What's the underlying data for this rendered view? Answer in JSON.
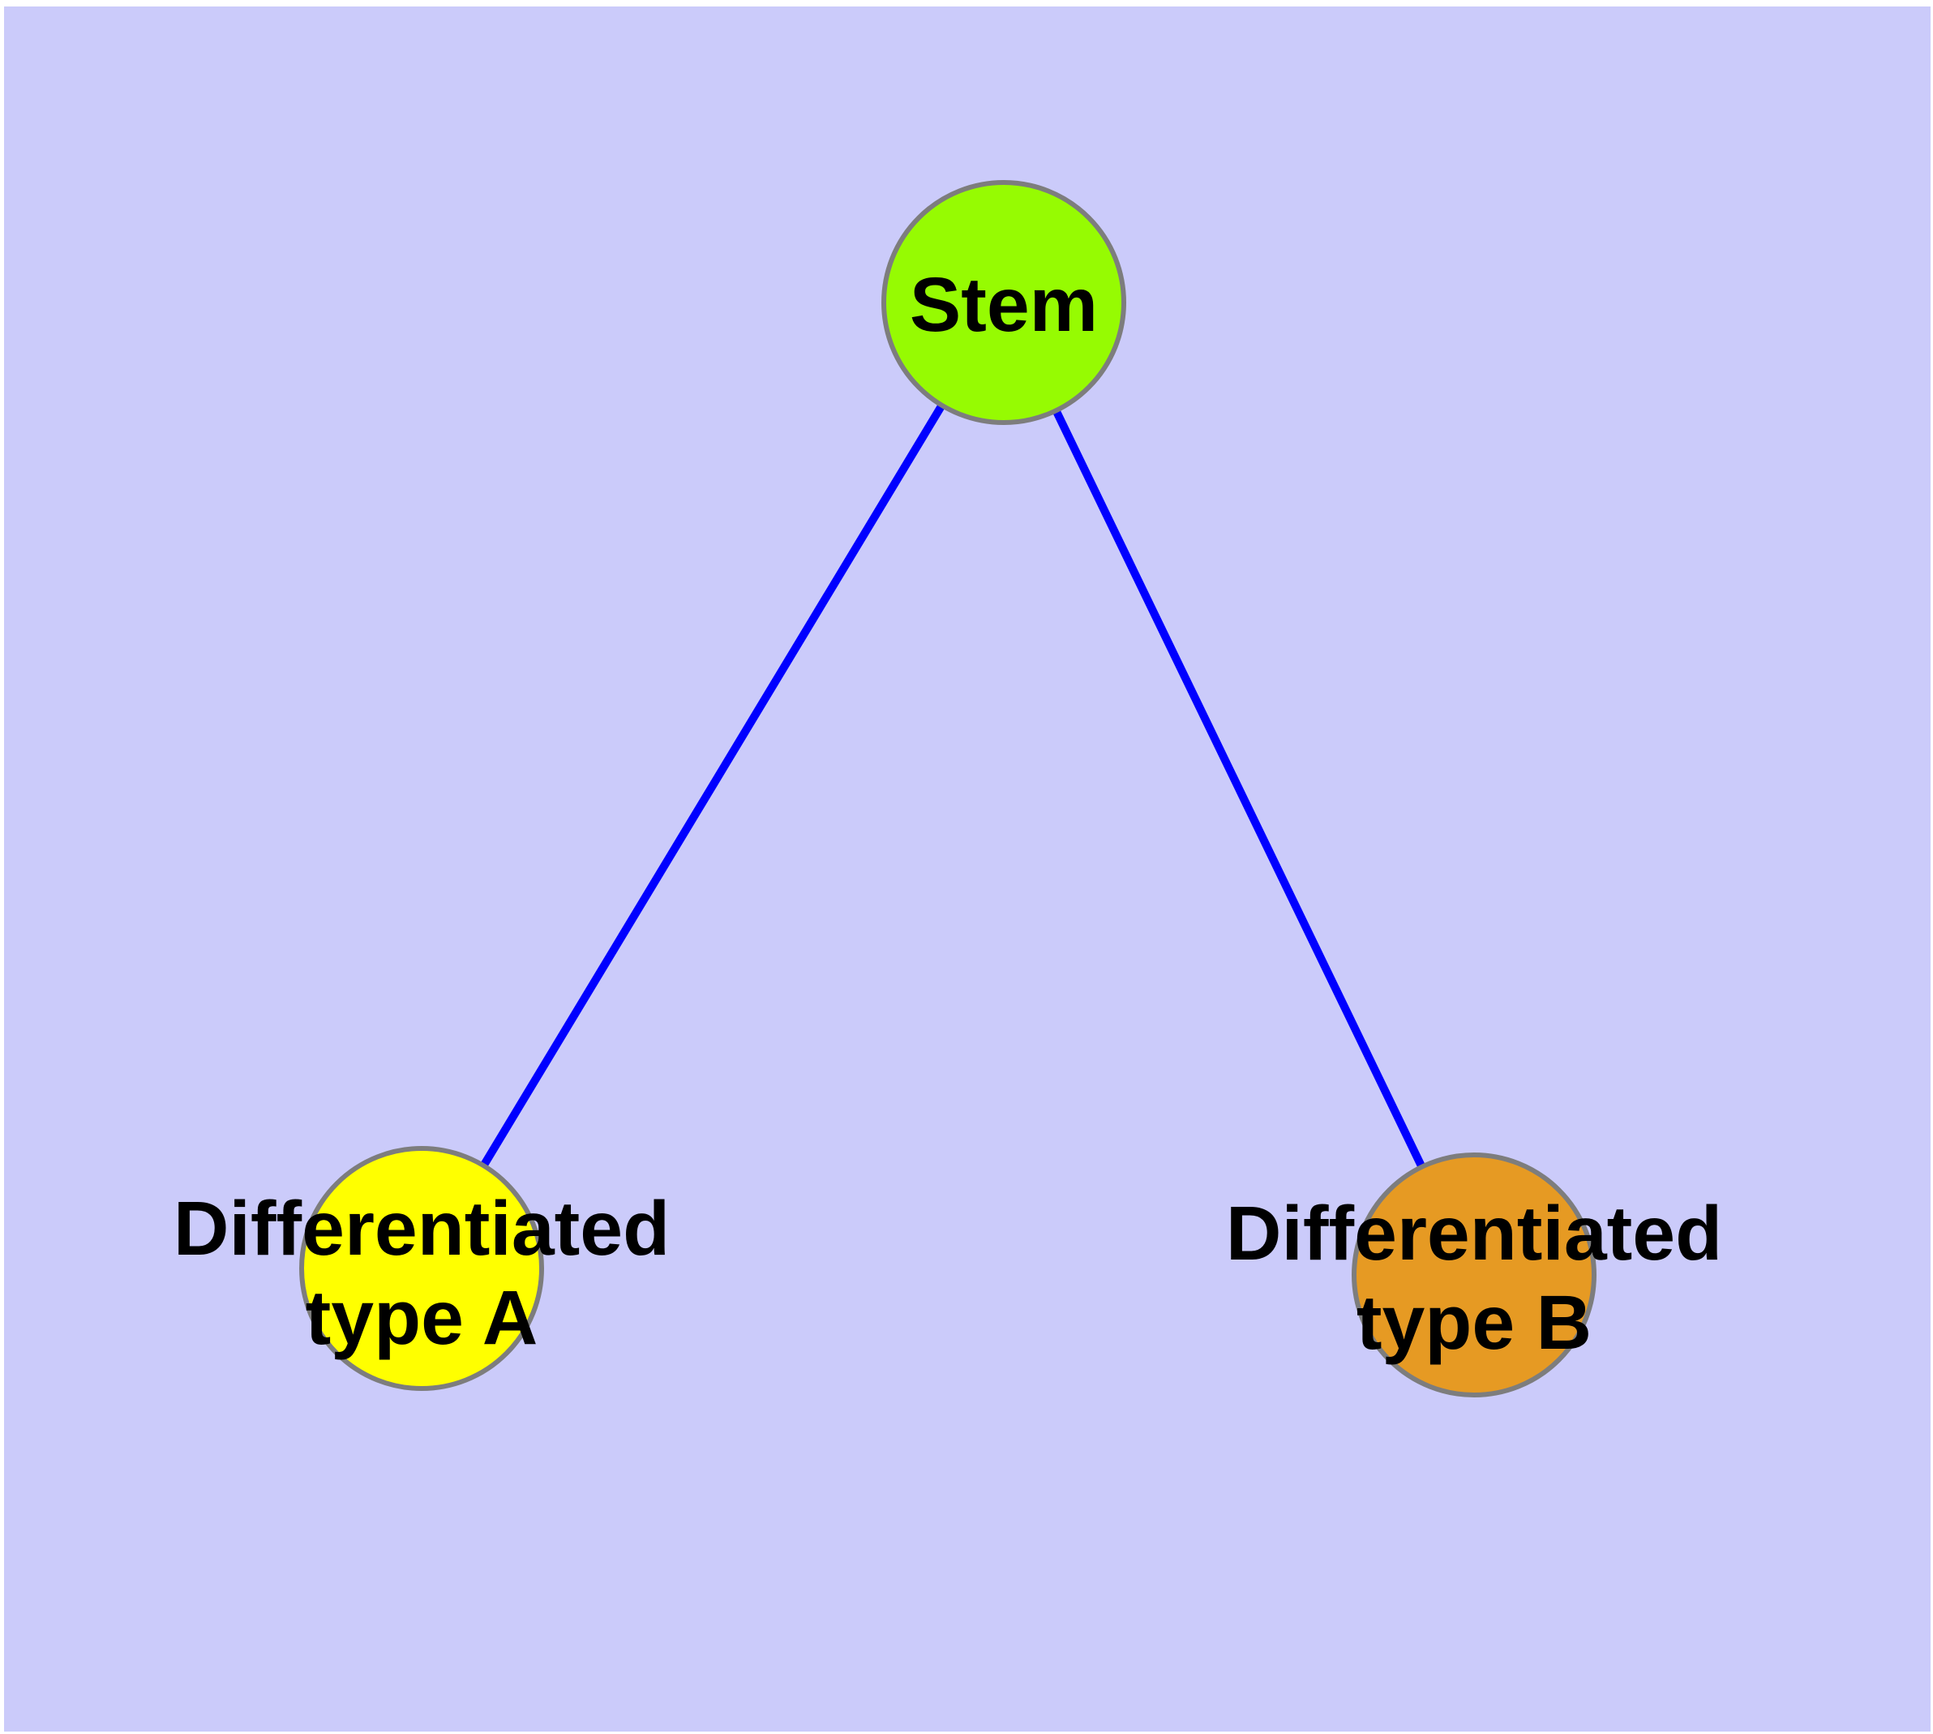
{
  "diagram": {
    "background_color": "#CBCBFA",
    "frame_color": "#FFFFFF",
    "edge_color": "#0000FF",
    "node_border_color": "#7D7D7D",
    "label_color": "#000000",
    "nodes": [
      {
        "id": "stem",
        "label": "Stem",
        "fill": "#96FB02"
      },
      {
        "id": "differentiated-type-a",
        "label": "Differentiated type A",
        "label_line1": "Differentiated",
        "label_line2": "type A",
        "fill": "#FFFF00"
      },
      {
        "id": "differentiated-type-b",
        "label": "Differentiated type B",
        "label_line1": "Differentiated",
        "label_line2": "type B",
        "fill": "#E69A23"
      }
    ],
    "edges": [
      {
        "from": "Stem",
        "to": "Differentiated type A"
      },
      {
        "from": "Stem",
        "to": "Differentiated type B"
      }
    ]
  }
}
